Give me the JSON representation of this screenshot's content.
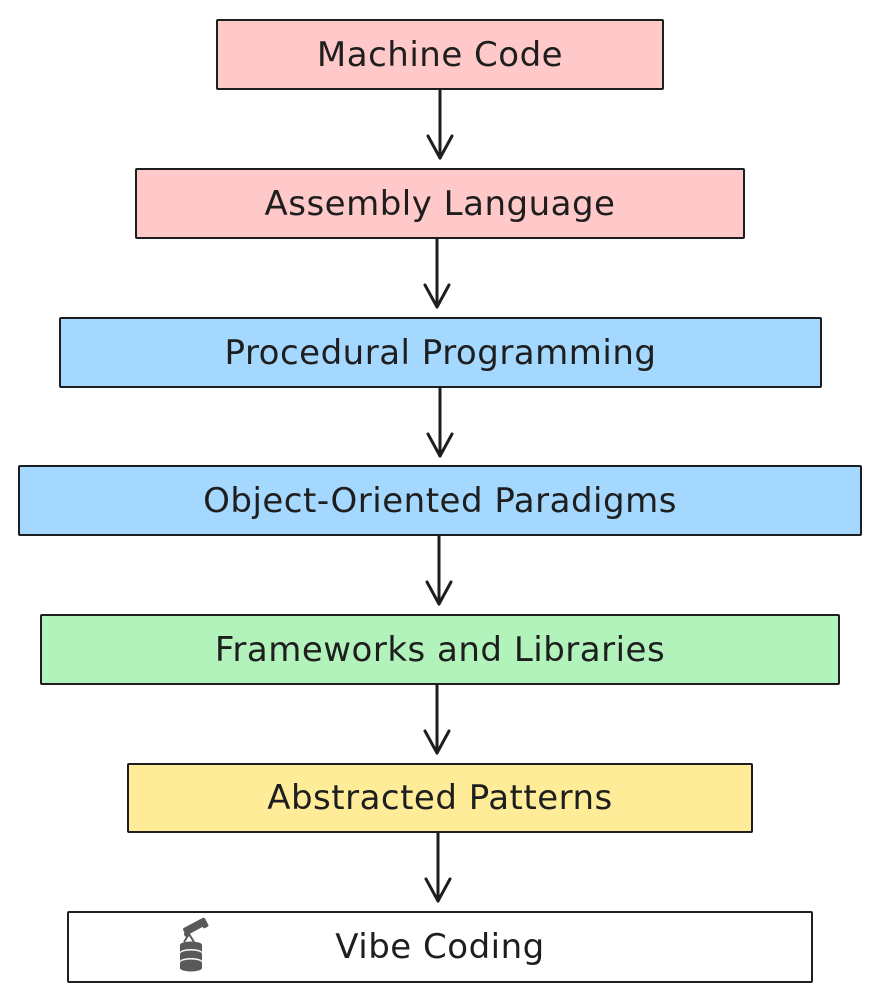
{
  "diagram": {
    "nodes": [
      {
        "id": "machine-code",
        "label": "Machine Code",
        "color": "#ffc9c9"
      },
      {
        "id": "assembly-language",
        "label": "Assembly Language",
        "color": "#ffc9c9"
      },
      {
        "id": "procedural-programming",
        "label": "Procedural Programming",
        "color": "#a5d8ff"
      },
      {
        "id": "object-oriented-paradigms",
        "label": "Object-Oriented Paradigms",
        "color": "#a5d8ff"
      },
      {
        "id": "frameworks-and-libraries",
        "label": "Frameworks and Libraries",
        "color": "#b2f2bb"
      },
      {
        "id": "abstracted-patterns",
        "label": "Abstracted Patterns",
        "color": "#ffec99"
      },
      {
        "id": "vibe-coding",
        "label": "Vibe Coding",
        "color": "#ffffff",
        "icon": "database-telescope-icon"
      }
    ],
    "edges": [
      {
        "from": "machine-code",
        "to": "assembly-language"
      },
      {
        "from": "assembly-language",
        "to": "procedural-programming"
      },
      {
        "from": "procedural-programming",
        "to": "object-oriented-paradigms"
      },
      {
        "from": "object-oriented-paradigms",
        "to": "frameworks-and-libraries"
      },
      {
        "from": "frameworks-and-libraries",
        "to": "abstracted-patterns"
      },
      {
        "from": "abstracted-patterns",
        "to": "vibe-coding"
      }
    ],
    "stroke_color": "#1e1e1e"
  }
}
